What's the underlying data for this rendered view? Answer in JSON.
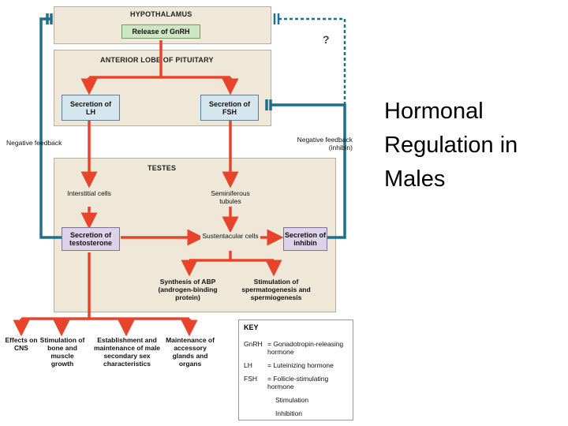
{
  "slide_title": "Hormonal Regulation in Males",
  "hypothalamus": {
    "title": "HYPOTHALAMUS",
    "release_label": "Release of GnRH"
  },
  "pituitary": {
    "title": "ANTERIOR LOBE OF PITUITARY",
    "lh_label": "Secretion of LH",
    "fsh_label": "Secretion of FSH"
  },
  "testes": {
    "title": "TESTES",
    "interstitial": "Interstitial cells",
    "seminiferous": "Seminiferous tubules",
    "testosterone": "Secretion of testosterone",
    "sustentacular": "Sustentacular cells",
    "inhibin": "Secretion of inhibin",
    "abp": "Synthesis of ABP (androgen-binding protein)",
    "spermatogenesis": "Stimulation of spermatogenesis and spermiogenesis"
  },
  "feedback": {
    "left": "Negative feedback",
    "right": "Negative feedback (inhibin)",
    "unknown": "?"
  },
  "effects": [
    "Effects on CNS",
    "Stimulation of bone and muscle growth",
    "Establishment and maintenance of male secondary sex characteristics",
    "Maintenance of accessory glands and organs"
  ],
  "key": {
    "title": "KEY",
    "gnrh_abbr": "GnRH",
    "gnrh_def": "= Gonadotropin-releasing hormone",
    "lh_abbr": "LH",
    "lh_def": "= Luteinizing hormone",
    "fsh_abbr": "FSH",
    "fsh_def": "= Follicle-stimulating hormone",
    "stimulation": "Stimulation",
    "inhibition": "Inhibition"
  },
  "colors": {
    "stimulation": "#e8442b",
    "inhibition": "#1f6f8b",
    "panel": "#efe8d8"
  }
}
